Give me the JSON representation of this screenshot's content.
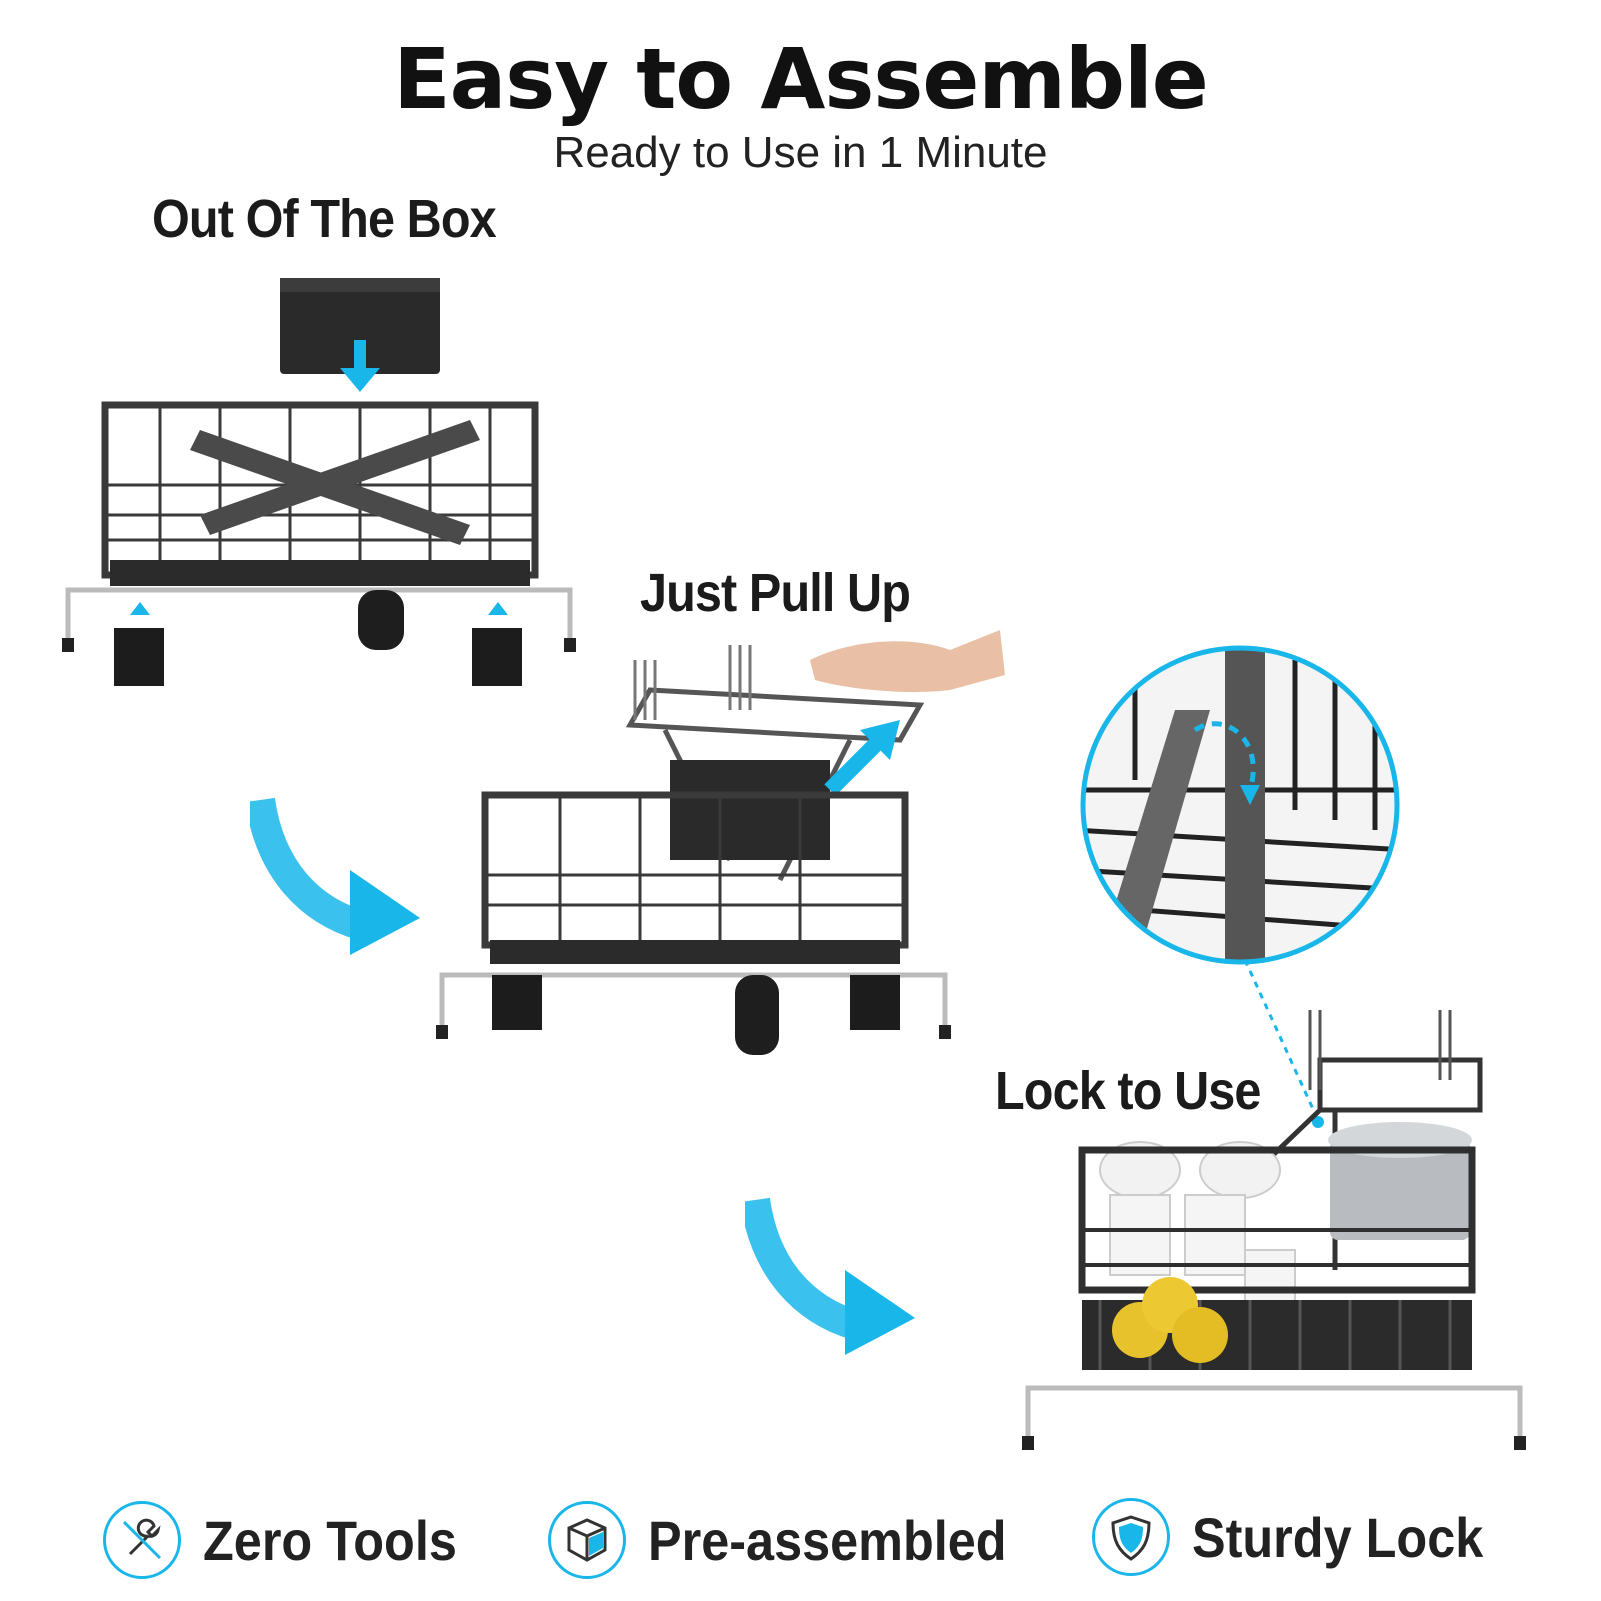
{
  "header": {
    "title": "Easy to Assemble",
    "subtitle": "Ready to Use in 1 Minute"
  },
  "steps": [
    {
      "label": "Out Of The Box"
    },
    {
      "label": "Just Pull Up"
    },
    {
      "label": "Lock to Use"
    }
  ],
  "features": [
    {
      "label": "Zero Tools",
      "icon": "no-tools-icon"
    },
    {
      "label": "Pre-assembled",
      "icon": "box-icon"
    },
    {
      "label": "Sturdy Lock",
      "icon": "shield-icon"
    }
  ],
  "colors": {
    "accent": "#19b6ea",
    "rack": "#3a3a3a",
    "text": "#1a1a1a"
  }
}
